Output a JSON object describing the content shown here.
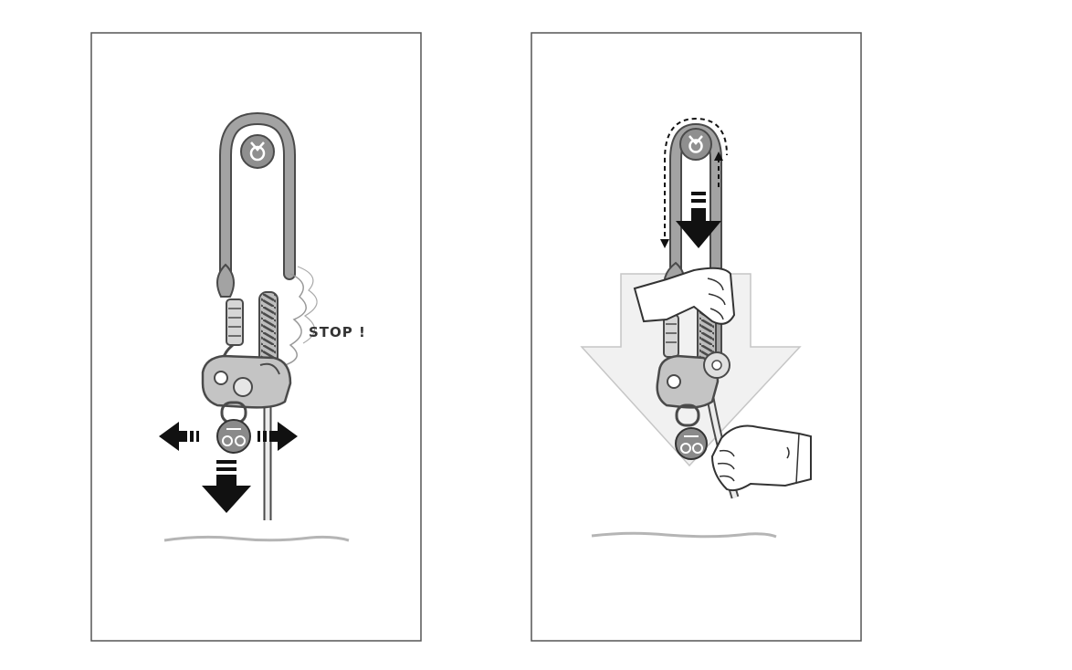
{
  "panels": [
    {
      "id": "left",
      "callout": "STOP !"
    },
    {
      "id": "right"
    }
  ],
  "colors": {
    "frame": "#555555",
    "rope": "#9c9c9c",
    "rope_outline": "#4a4a4a",
    "device_fill": "#b8b8b8",
    "arrow": "#111111",
    "big_arrow_fill": "#f1f1f1",
    "ground": "#b5b5b5"
  },
  "icons": [
    "anchor-ring-icon",
    "rescue-device-icon",
    "carabiner-icon",
    "hand-icon",
    "force-arrow-icon"
  ]
}
